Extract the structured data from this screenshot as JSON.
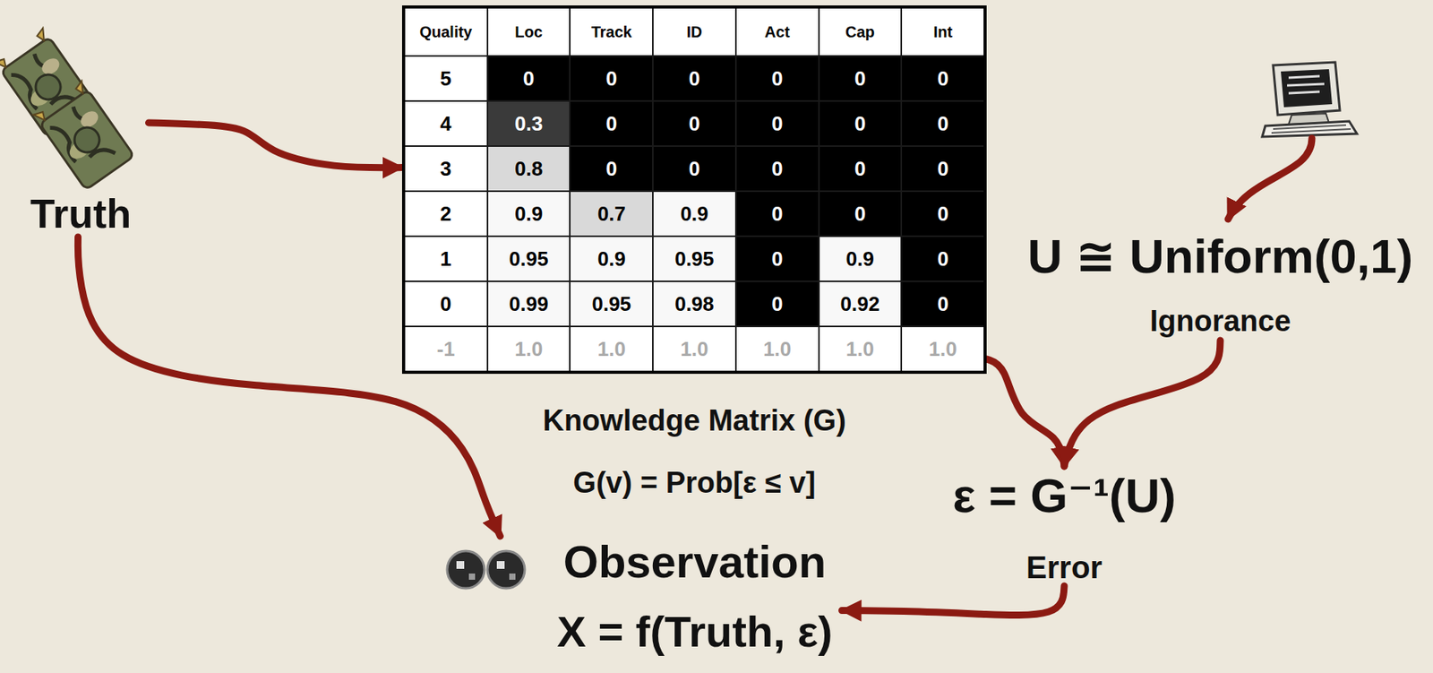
{
  "diagram": {
    "nodes": [
      {
        "text": [
          "Truth"
        ]
      },
      {
        "text": [
          "Knowledge Matrix (G)",
          "G(v) = Prob[ε ≤ v]"
        ]
      },
      {
        "text": [
          "U ≅ Uniform(0,1)",
          "Ignorance"
        ]
      },
      {
        "text": [
          "ε = G⁻¹(U)",
          "Error"
        ]
      },
      {
        "text": [
          "Observation",
          "X = f(Truth, ε)"
        ]
      }
    ],
    "edges": [
      {
        "from": 0,
        "to": 1,
        "arrow": "to"
      },
      {
        "from": 0,
        "to": 4,
        "arrow": "to"
      },
      {
        "from": 1,
        "to": 3,
        "arrow": "to"
      },
      {
        "from": 2,
        "to": 3,
        "arrow": "to"
      },
      {
        "from": 3,
        "to": 4,
        "arrow": "to"
      }
    ],
    "labels": [
      "Quality",
      "Loc",
      "Track",
      "ID",
      "Act",
      "Cap",
      "Int",
      "5",
      "0",
      "0",
      "0",
      "0",
      "0",
      "0",
      "4",
      "0.3",
      "0",
      "0",
      "0",
      "0",
      "0",
      "3",
      "0.8",
      "0",
      "0",
      "0",
      "0",
      "0",
      "2",
      "0.9",
      "0.7",
      "0.9",
      "0",
      "0",
      "0",
      "1",
      "0.95",
      "0.9",
      "0.95",
      "0",
      "0.9",
      "0",
      "0",
      "0.99",
      "0.95",
      "0.98",
      "0",
      "0.92",
      "0",
      "-1",
      "1.0",
      "1.0",
      "1.0",
      "1.0",
      "1.0",
      "1.0"
    ]
  }
}
